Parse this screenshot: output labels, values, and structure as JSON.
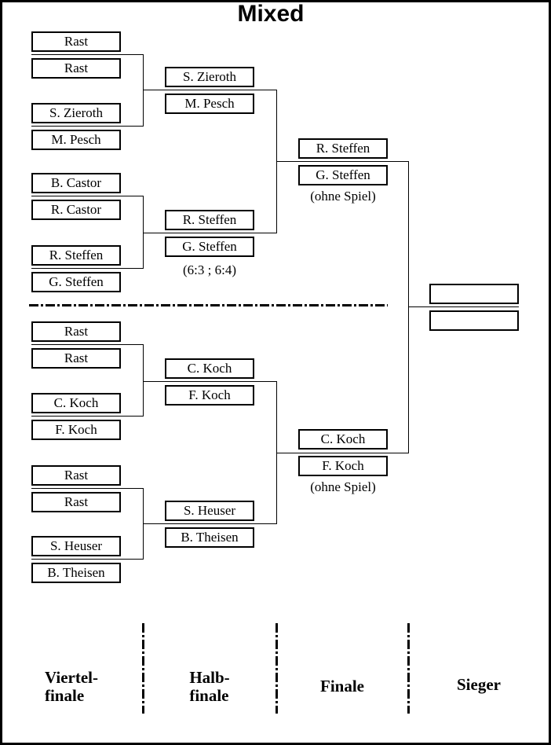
{
  "title": "Mixed",
  "rounds": {
    "quarterfinal": {
      "teams": [
        {
          "player1": "Rast",
          "player2": "Rast"
        },
        {
          "player1": "S. Zieroth",
          "player2": "M. Pesch"
        },
        {
          "player1": "B. Castor",
          "player2": "R. Castor"
        },
        {
          "player1": "R. Steffen",
          "player2": "G. Steffen"
        },
        {
          "player1": "Rast",
          "player2": "Rast"
        },
        {
          "player1": "C. Koch",
          "player2": "F. Koch"
        },
        {
          "player1": "Rast",
          "player2": "Rast"
        },
        {
          "player1": "S. Heuser",
          "player2": "B. Theisen"
        }
      ]
    },
    "semifinal": {
      "teams": [
        {
          "player1": "S. Zieroth",
          "player2": "M. Pesch",
          "result": ""
        },
        {
          "player1": "R. Steffen",
          "player2": "G. Steffen",
          "result": "(6:3 ; 6:4)"
        },
        {
          "player1": "C. Koch",
          "player2": "F. Koch",
          "result": ""
        },
        {
          "player1": "S. Heuser",
          "player2": "B. Theisen",
          "result": ""
        }
      ]
    },
    "final": {
      "teams": [
        {
          "player1": "R. Steffen",
          "player2": "G. Steffen",
          "result": "(ohne Spiel)"
        },
        {
          "player1": "C. Koch",
          "player2": "F. Koch",
          "result": "(ohne Spiel)"
        }
      ]
    },
    "winner": {
      "player1": "",
      "player2": ""
    }
  },
  "column_labels": {
    "quarterfinal": "Viertel-\nfinale",
    "semifinal": "Halb-\nfinale",
    "final": "Finale",
    "winner": "Sieger"
  },
  "colors": {
    "ink": "#000000",
    "paper": "#ffffff"
  }
}
